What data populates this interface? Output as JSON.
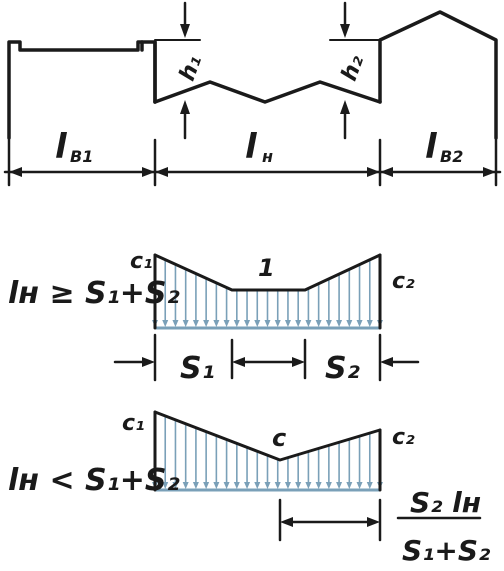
{
  "building": {
    "h1": "h₁",
    "h2": "h₂",
    "lB1": "l",
    "lB1_sub": "B1",
    "lH": "l",
    "lH_sub": "н",
    "lB2": "l",
    "lB2_sub": "B2"
  },
  "case1": {
    "condition": "lн ≥ S₁+S₂",
    "c1": "c₁",
    "c2": "c₂",
    "mid": "1",
    "s1": "S₁",
    "s2": "S₂"
  },
  "case2": {
    "condition": "lн < S₁+S₂",
    "c1": "c₁",
    "c2": "c₂",
    "mid": "c",
    "frac_num": "S₂ lн",
    "frac_den": "S₁+S₂"
  },
  "colors": {
    "ink": "#1a1a1a",
    "load": "#7aa0b8"
  }
}
